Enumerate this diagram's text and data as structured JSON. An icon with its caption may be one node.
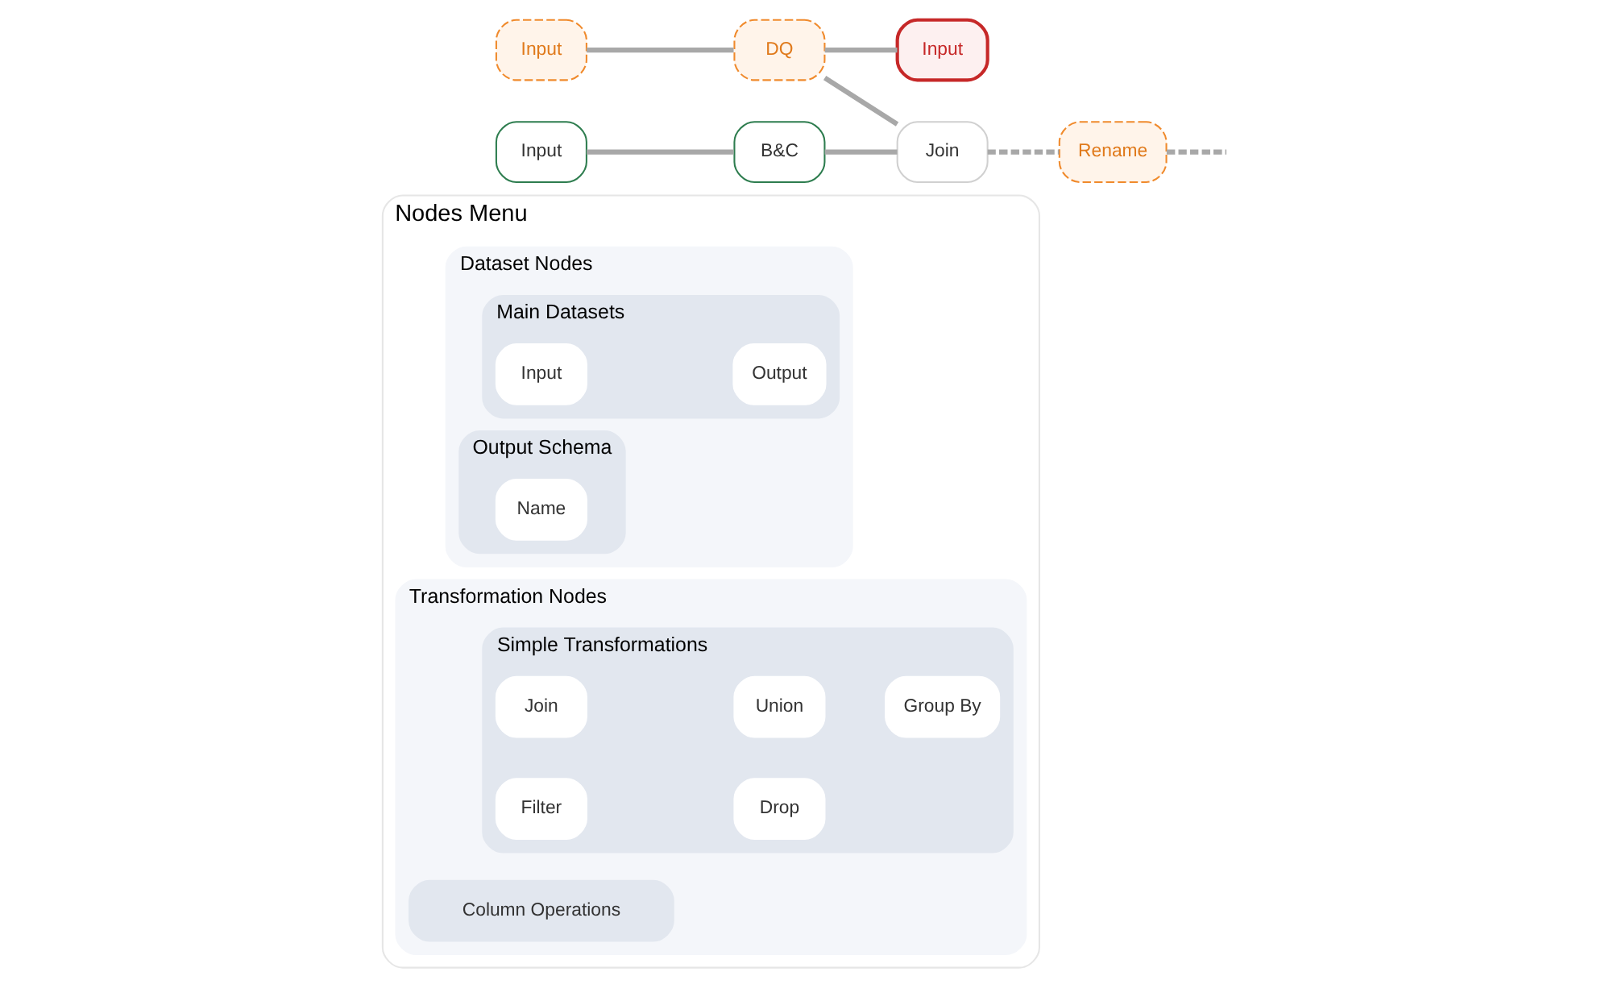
{
  "diagram": {
    "nodes": [
      {
        "text": [
          "Nodes Menu"
        ]
      },
      {
        "text": [
          "Dataset Nodes"
        ],
        "in": 0
      },
      {
        "text": [
          "Main Datasets"
        ],
        "in": 1
      },
      {
        "text": [
          "Input"
        ],
        "in": 2
      },
      {
        "text": [
          "Output"
        ],
        "in": 2
      },
      {
        "text": [
          "Output Schema"
        ],
        "in": 1
      },
      {
        "text": [
          "Name"
        ],
        "in": 5
      },
      {
        "text": [
          "Transformation Nodes"
        ],
        "in": 0
      },
      {
        "text": [
          "Simple Transformations"
        ],
        "in": 7
      },
      {
        "text": [
          "Join"
        ],
        "in": 8
      },
      {
        "text": [
          "Union"
        ],
        "in": 8
      },
      {
        "text": [
          "Group By"
        ],
        "in": 8
      },
      {
        "text": [
          "Filter"
        ],
        "in": 8
      },
      {
        "text": [
          "Drop"
        ],
        "in": 8
      },
      {
        "text": [
          "Column Operations"
        ],
        "in": 7
      },
      {
        "text": [
          "Input"
        ]
      },
      {
        "text": [
          "DQ"
        ]
      },
      {
        "text": [
          "Input"
        ]
      },
      {
        "text": [
          "Input"
        ]
      },
      {
        "text": [
          "B&C"
        ]
      },
      {
        "text": [
          "Join"
        ]
      },
      {
        "text": [
          "Rename"
        ]
      }
    ],
    "edges": [
      {
        "from": 15,
        "to": 16,
        "arrow": "none"
      },
      {
        "from": 16,
        "to": 20,
        "arrow": "none"
      },
      {
        "from": 16,
        "to": 17,
        "arrow": "none"
      },
      {
        "from": 18,
        "to": 19,
        "arrow": "none"
      },
      {
        "from": 19,
        "to": 20,
        "arrow": "none"
      },
      {
        "from": 20,
        "to": 21,
        "arrow": "none",
        "style": "dashed"
      },
      {
        "from": 21,
        "to": null,
        "arrow": "none",
        "style": "dashed"
      }
    ]
  }
}
